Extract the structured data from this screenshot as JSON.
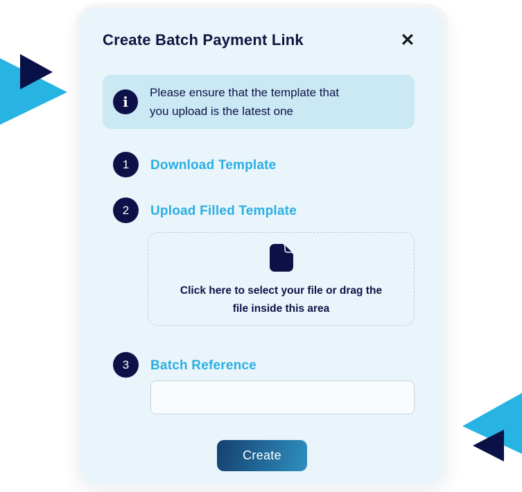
{
  "modal": {
    "title": "Create Batch Payment Link",
    "close_glyph": "✕",
    "banner": {
      "glyph": "i",
      "lines": [
        "Please ensure that the template that",
        "you upload is the latest one"
      ]
    },
    "steps": [
      {
        "number": "1",
        "label": "Download Template"
      },
      {
        "number": "2",
        "label": "Upload Filled Template"
      },
      {
        "number": "3",
        "label": "Batch Reference"
      }
    ],
    "dropzone": {
      "lines": [
        "Click here to select your file or drag the",
        "file inside this area"
      ]
    },
    "batch_reference_input": {
      "value": "",
      "placeholder": ""
    },
    "create_button": {
      "label": "Create"
    }
  },
  "colors": {
    "modal_bg": "#E9F5FA",
    "banner_bg": "#CBE8F5",
    "navy": "#0D1148",
    "text_navy": "#0E1347",
    "link_cyan": "#2BAEE3",
    "triangle_cyan": "#27B4E2",
    "triangle_navy": "#0A1147",
    "button_gradient_start": "#15416F",
    "button_gradient_end": "#2E8FC0",
    "dashed_border": "#C2CDDA"
  }
}
